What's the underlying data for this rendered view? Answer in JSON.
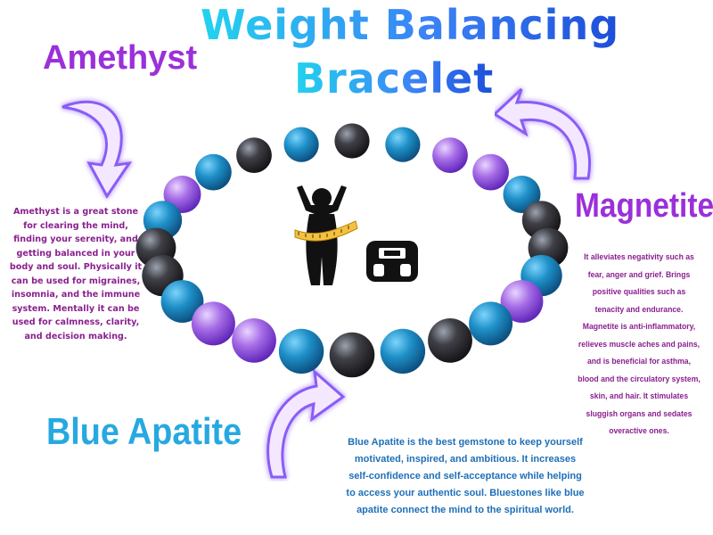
{
  "title": {
    "line1": "Weight Balancing",
    "line2": "Bracelet"
  },
  "stones": {
    "amethyst": {
      "name": "Amethyst",
      "description": "Amethyst is a great stone for clearing the mind, finding your serenity, and getting balanced in your body and soul. Physically it can be used for migraines, insomnia, and the immune system. Mentally it can be used for calmness, clarity, and decision making."
    },
    "magnetite": {
      "name": "Magnetite",
      "description": "It alleviates negativity such as fear, anger and grief. Brings positive qualities such as tenacity and endurance. Magnetite is anti-inflammatory, relieves muscle aches and pains, and is beneficial for asthma, blood and the circulatory system, skin, and hair. It stimulates sluggish organs and sedates overactive ones."
    },
    "blue_apatite": {
      "name": "Blue Apatite",
      "description": "Blue Apatite is the best gemstone to keep yourself motivated, inspired, and ambitious. It increases self-confidence and self-acceptance while helping to access your authentic soul. Bluestones like blue apatite connect the mind to the spiritual world."
    }
  },
  "colors": {
    "heading_purple": "#9b30d9",
    "heading_blue": "#26a9e0",
    "text_purple": "#8a1f8f",
    "text_blue": "#1e6fb8",
    "bead_amethyst": "#9b5de5",
    "bead_hematite": "#2f3033",
    "bead_apatite": "#1e90c8",
    "arrow_glow": "#a78bfa"
  },
  "icons": [
    "person-with-tape-measure-icon",
    "bathroom-scale-icon",
    "curved-arrow-icon"
  ]
}
